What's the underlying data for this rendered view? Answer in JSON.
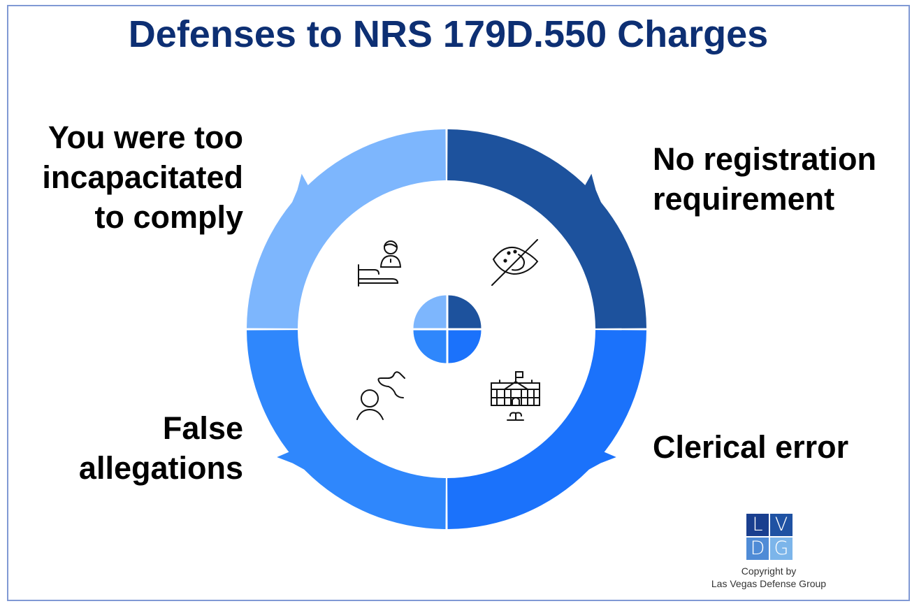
{
  "title": "Defenses to NRS 179D.550 Charges",
  "colors": {
    "title": "#0d2f73",
    "frame": "#8099d4",
    "top_left": "#7db6fd",
    "top_right": "#1d529d",
    "bottom_left": "#2f87fc",
    "bottom_right": "#1b72fb"
  },
  "defenses": [
    {
      "id": "top_left",
      "label_lines": [
        "You were too",
        "incapacitated",
        "to comply"
      ],
      "icon": "patient-bed-icon",
      "color": "#7db6fd"
    },
    {
      "id": "top_right",
      "label_lines": [
        "No registration",
        "requirement"
      ],
      "icon": "eye-slash-icon",
      "color": "#1d529d"
    },
    {
      "id": "bottom_right",
      "label_lines": [
        "Clerical error"
      ],
      "icon": "government-building-icon",
      "color": "#1b72fb"
    },
    {
      "id": "bottom_left",
      "label_lines": [
        "False",
        "allegations"
      ],
      "icon": "person-speech-icon",
      "color": "#2f87fc"
    }
  ],
  "logo": {
    "cells": [
      {
        "letter": "L",
        "color": "#1a3f8f"
      },
      {
        "letter": "V",
        "color": "#1f52a3"
      },
      {
        "letter": "D",
        "color": "#4f8bd6"
      },
      {
        "letter": "G",
        "color": "#7cb5ea"
      }
    ]
  },
  "copyright": {
    "line1": "Copyright by",
    "line2": "Las Vegas Defense Group"
  }
}
